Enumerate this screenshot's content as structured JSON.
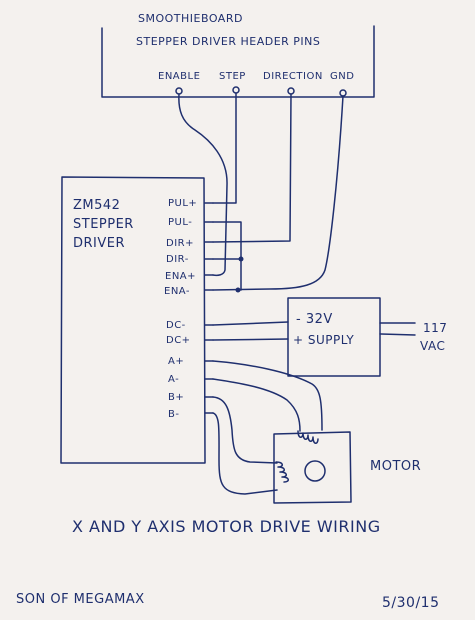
{
  "header": {
    "line1": "SMOOTHIEBOARD",
    "line2": "STEPPER DRIVER HEADER PINS",
    "pins": [
      "ENABLE",
      "STEP",
      "DIRECTION",
      "GND"
    ]
  },
  "driver": {
    "name_line1": "ZM542",
    "name_line2": "STEPPER",
    "name_line3": "DRIVER",
    "pins": [
      "PUL+",
      "PUL-",
      "DIR+",
      "DIR-",
      "ENA+",
      "ENA-",
      "DC-",
      "DC+",
      "A+",
      "A-",
      "B+",
      "B-"
    ]
  },
  "supply": {
    "line1": "- 32V",
    "line2": "+ SUPPLY",
    "mains1": "117",
    "mains2": "VAC"
  },
  "motor": {
    "label": "MOTOR"
  },
  "caption": "X AND Y AXIS MOTOR DRIVE WIRING",
  "footer": {
    "author": "SON OF MEGAMAX",
    "date": "5/30/15"
  },
  "colors": {
    "ink": "#1f2f6e",
    "paper": "#f4f1ee"
  }
}
